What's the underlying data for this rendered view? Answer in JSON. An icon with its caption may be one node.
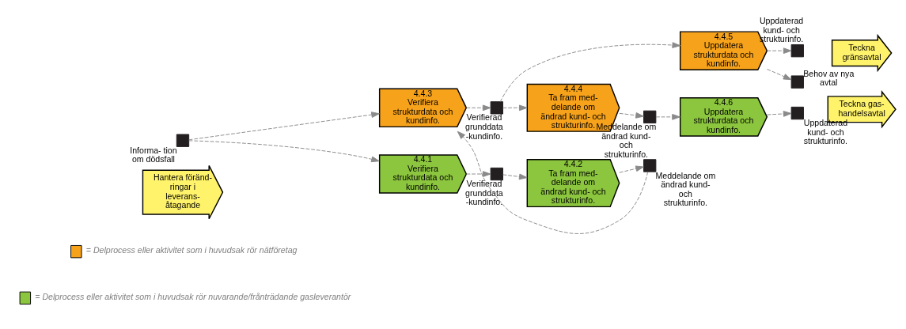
{
  "diagram": {
    "nodes": [
      {
        "text": [
          "Hantera föränd- ringar i leverans- åtagande"
        ]
      },
      {
        "text": [],
        "shape": "box",
        "beside": [
          "Informa- tion om dödsfall"
        ]
      },
      {
        "text": [
          "4.4.3",
          "Verifiera strukturdata och kundinfo."
        ]
      },
      {
        "text": [],
        "shape": "box",
        "beside": [
          "Verifierad grunddata -kundinfo."
        ]
      },
      {
        "text": [
          "4.4.4",
          "Ta fram med- delande om ändrad kund- och strukturinfo."
        ]
      },
      {
        "text": [],
        "shape": "box",
        "beside": [
          "Meddelande om ändrad kund- och strukturinfo."
        ]
      },
      {
        "text": [
          "4.4.5",
          "Uppdatera strukturdata och kundinfo."
        ]
      },
      {
        "text": [],
        "shape": "box",
        "beside": [
          "Uppdaterad kund- och strukturinfo."
        ]
      },
      {
        "text": [
          "Teckna gränsavtal"
        ]
      },
      {
        "text": [],
        "shape": "box",
        "beside": [
          "Behov av nya avtal"
        ]
      },
      {
        "text": [
          "Teckna gas- handelsavtal"
        ]
      },
      {
        "text": [
          "4.4.1",
          "Verifiera strukturdata och kundinfo."
        ]
      },
      {
        "text": [],
        "shape": "box",
        "beside": [
          "Verifierad grunddata -kundinfo."
        ]
      },
      {
        "text": [
          "4.4.2",
          "Ta fram med- delande om ändrad kund- och strukturinfo."
        ]
      },
      {
        "text": [],
        "shape": "box",
        "beside": [
          "Meddelande om ändrad kund- och strukturinfo."
        ]
      },
      {
        "text": [
          "4.4.6",
          "Uppdatera strukturdata och kundinfo."
        ]
      },
      {
        "text": [],
        "shape": "box",
        "beside": [
          "Uppdaterad kund- och strukturinfo."
        ]
      }
    ],
    "edges": [
      {
        "from": 1,
        "to": 2,
        "arrow": "to"
      },
      {
        "from": 1,
        "to": 11,
        "arrow": "to"
      },
      {
        "from": 2,
        "to": 3,
        "arrow": "to"
      },
      {
        "from": 3,
        "to": 4,
        "arrow": "to"
      },
      {
        "from": 3,
        "to": 6,
        "arrow": "to"
      },
      {
        "from": 4,
        "to": 5,
        "arrow": "to"
      },
      {
        "from": 5,
        "to": 15,
        "arrow": "to"
      },
      {
        "from": 6,
        "to": 7,
        "arrow": "to"
      },
      {
        "from": 6,
        "to": 9,
        "arrow": "to"
      },
      {
        "from": 11,
        "to": 12,
        "arrow": "to"
      },
      {
        "from": 12,
        "to": 13,
        "arrow": "to"
      },
      {
        "from": 13,
        "to": 14,
        "arrow": "to"
      },
      {
        "from": 14,
        "to": 2,
        "arrow": "to"
      },
      {
        "from": 15,
        "to": 16,
        "arrow": "to"
      }
    ],
    "legend": [
      {
        "text": "= Delprocess eller aktivitet som i huvudsak rör nätföretag",
        "color": "#f7a21b"
      },
      {
        "text": "= Delprocess eller aktivitet som i huvudsak rör nuvarande/frånträdande gasleverantör",
        "color": "#8cc63f"
      }
    ]
  }
}
